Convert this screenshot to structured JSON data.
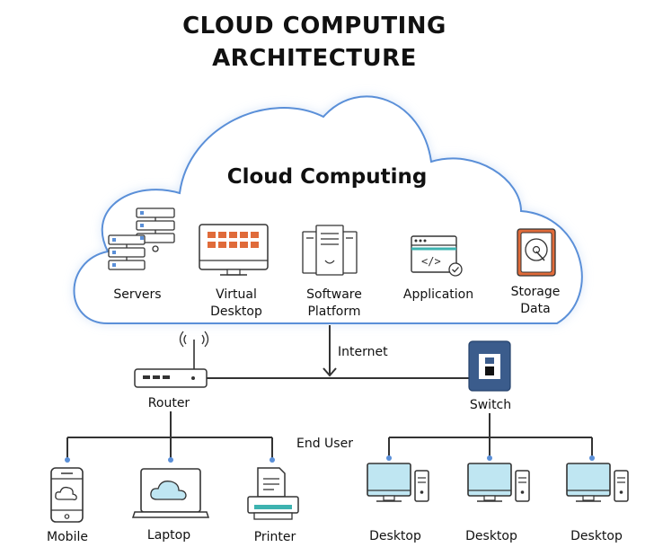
{
  "title": {
    "line1": "CLOUD COMPUTING",
    "line2": "ARCHITECTURE"
  },
  "cloud": {
    "heading": "Cloud Computing",
    "services": [
      {
        "label1": "Servers",
        "label2": "",
        "icon": "servers-icon"
      },
      {
        "label1": "Virtual",
        "label2": "Desktop",
        "icon": "monitor-icon"
      },
      {
        "label1": "Software",
        "label2": "Platform",
        "icon": "software-platform-icon"
      },
      {
        "label1": "Application",
        "label2": "",
        "icon": "application-window-icon"
      },
      {
        "label1": "Storage",
        "label2": "Data",
        "icon": "hard-drive-icon"
      }
    ]
  },
  "network": {
    "internet": "Internet",
    "router": "Router",
    "switch": "Switch",
    "end_user": "End User"
  },
  "devices": {
    "mobile": "Mobile",
    "laptop": "Laptop",
    "printer": "Printer",
    "desktops": [
      "Desktop",
      "Desktop",
      "Desktop"
    ]
  },
  "colors": {
    "accent": "#5a8fd8",
    "cloud_glow": "#cfe0f7",
    "monitor_screen": "#bfe6f2",
    "desktop_orange": "#e06b3a",
    "teal": "#3db3b0",
    "switch_blue": "#3b5c8c"
  }
}
